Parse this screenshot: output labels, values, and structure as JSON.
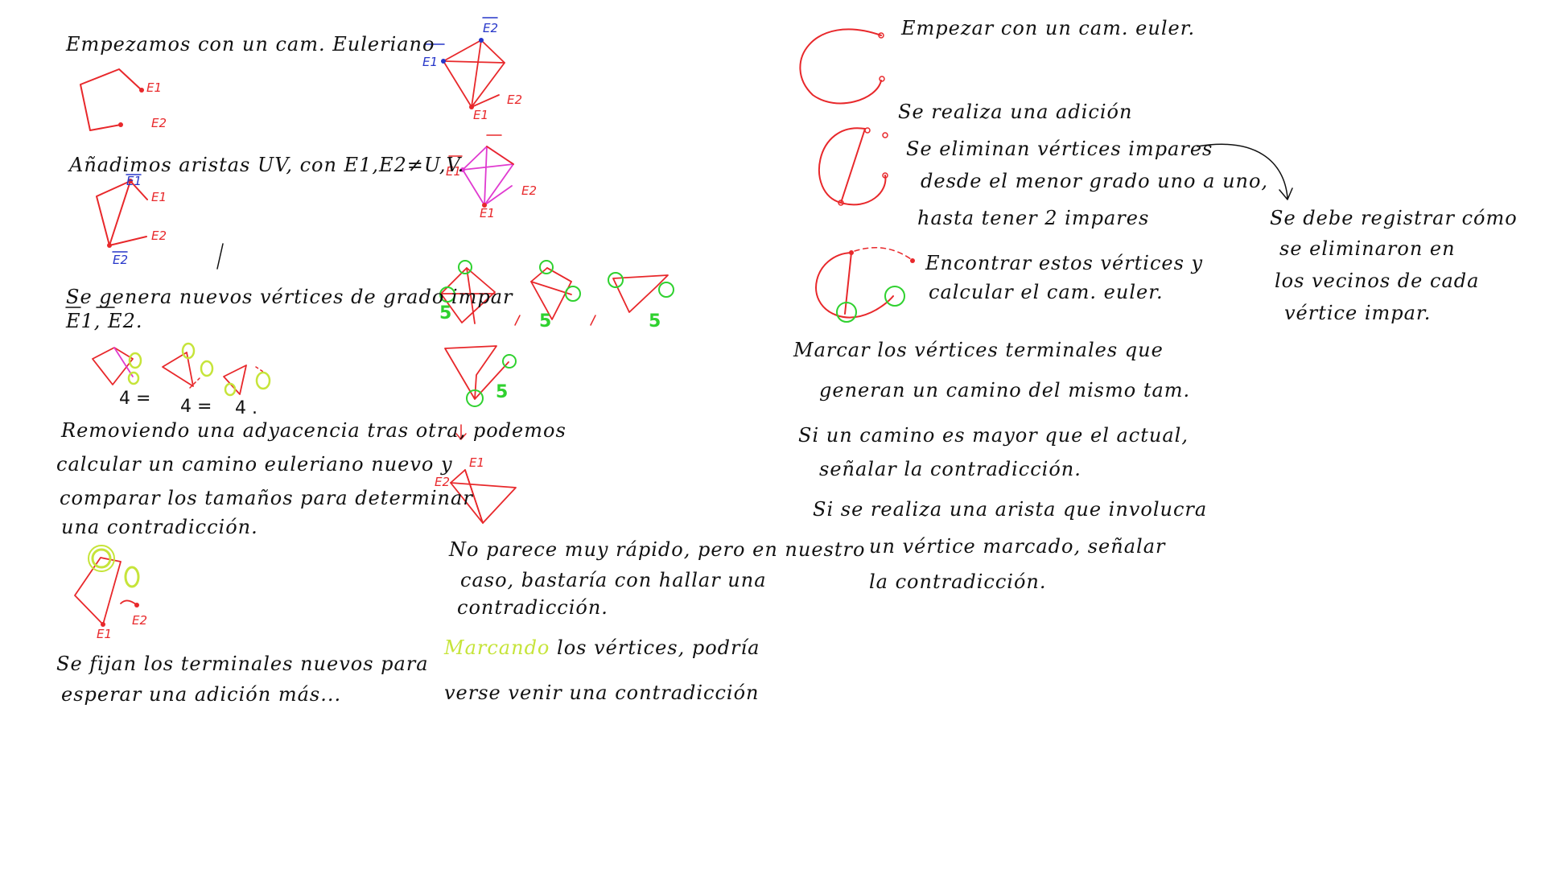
{
  "colors": {
    "ink": "#111111",
    "red": "#e8282b",
    "blue": "#2636c9",
    "magenta": "#e03ad0",
    "green": "#2fd12f",
    "lime": "#c6e43a"
  },
  "left": {
    "line1": "Empezamos con un cam. Euleriano",
    "line2": "Añadimos aristas UV, con E1,E2≠U,V.",
    "line3a": "Se genera nuevos vértices de grado impar",
    "line3b": "E1, E2.",
    "nums": [
      "4 =",
      "4 =",
      "4 ."
    ],
    "para1": [
      "Removiendo una adyacencia tras otra, podemos",
      "calcular un camino euleriano nuevo y",
      "comparar los tamaños para determinar",
      "una contradicción."
    ],
    "para2": [
      "Se fijan los terminales nuevos para",
      "esperar una adición más..."
    ],
    "labels": {
      "e1": "E1",
      "e2": "E2"
    }
  },
  "middle": {
    "fives": [
      "5",
      "5",
      "5",
      "5"
    ],
    "note": [
      "No parece muy rápido, pero en nuestro",
      "caso, bastaría con hallar una",
      "contradicción."
    ],
    "note2_green": "Marcando",
    "note2_rest": "los vértices, podría",
    "note2_line2": "verse venir una contradicción"
  },
  "right": {
    "item1": "Empezar con un cam. euler.",
    "item2": "Se realiza una adición",
    "item3": [
      "Se eliminan vértices impares",
      "desde el menor grado uno a uno,",
      "hasta tener 2 impares"
    ],
    "item4": [
      "Encontrar estos vértices y",
      "calcular el cam. euler."
    ],
    "side": [
      "Se debe registrar cómo",
      "se eliminaron en",
      "los vecinos de cada",
      "vértice impar."
    ],
    "bullets": [
      [
        "Marcar los vértices terminales que",
        "generan un camino del mismo tam."
      ],
      [
        "Si un camino es mayor que el actual,",
        "señalar la contradicción."
      ],
      [
        "Si se realiza una arista que involucra",
        "un vértice marcado, señalar",
        "la contradicción."
      ]
    ]
  }
}
